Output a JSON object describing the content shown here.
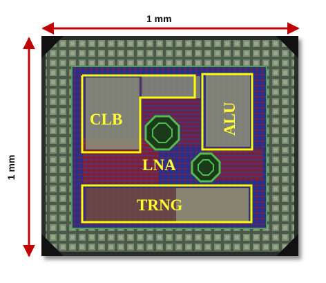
{
  "dimensions": {
    "width_label": "1 mm",
    "height_label": "1 mm"
  },
  "blocks": [
    {
      "id": "clb",
      "label": "CLB"
    },
    {
      "id": "alu",
      "label": "ALU"
    },
    {
      "id": "lna",
      "label": "LNA"
    },
    {
      "id": "trng",
      "label": "TRNG"
    }
  ],
  "colors": {
    "arrow": "#c00000",
    "block_outline": "#ffff00",
    "block_text": "#ffff33",
    "core_fill": "#1c2a8c",
    "pad_ring": "#3a4a3a"
  }
}
